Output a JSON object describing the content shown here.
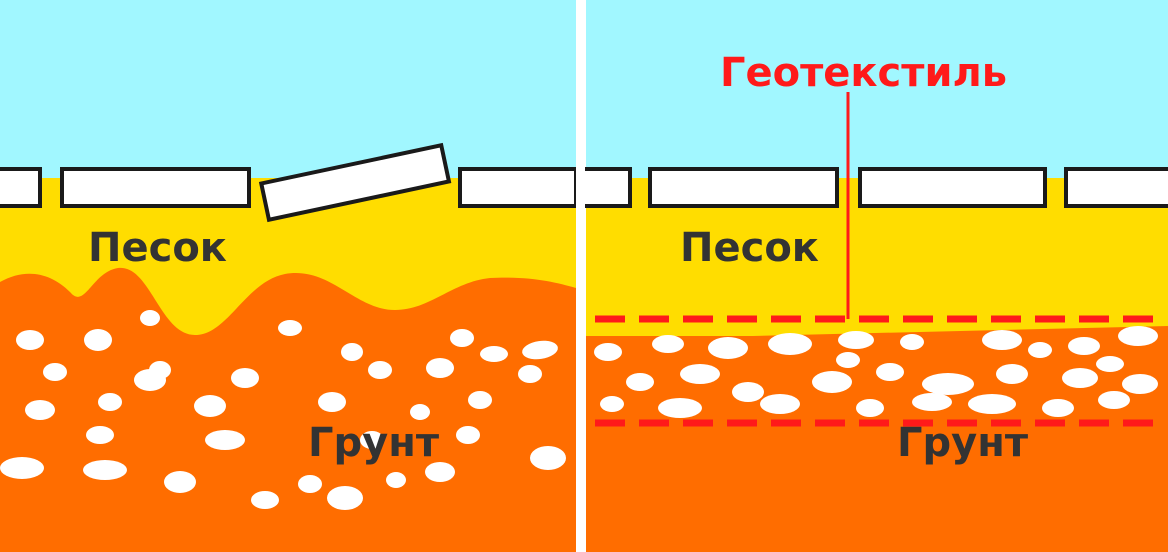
{
  "colors": {
    "sky": "#a1f7ff",
    "sand": "#ffdd00",
    "soil": "#ff6d00",
    "stone": "#ffffff",
    "tile_fill": "#ffffff",
    "tile_stroke": "#1a1a1a",
    "geotextile": "#ff1a1a",
    "label": "#333333",
    "divider": "#ffffff"
  },
  "left_panel": {
    "sand_label": "Песок",
    "soil_label": "Грунт"
  },
  "right_panel": {
    "sand_label": "Песок",
    "soil_label": "Грунт",
    "geotextile_label": "Геотекстиль"
  }
}
